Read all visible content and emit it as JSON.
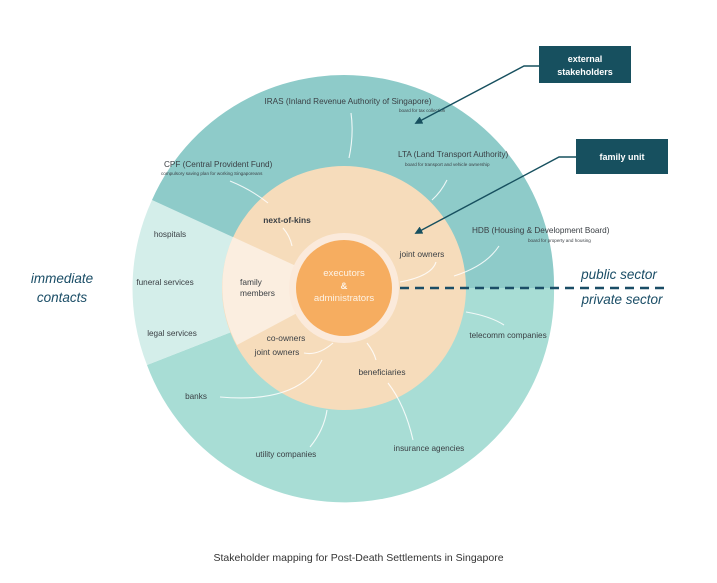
{
  "colors": {
    "public_sector": "#8ecbc9",
    "private_sector": "#a8ddd5",
    "immediate_contacts": "#d4eeea",
    "family_ring": "#f6dcbb",
    "family_members_wedge": "#fbeee0",
    "center_halo": "#fbeadb",
    "center": "#f6ad60",
    "callout_box": "#17505f",
    "divider": "#1a4d66",
    "connector_line": "#ffffff"
  },
  "center": {
    "lines": [
      "executors",
      "&",
      "administrators"
    ]
  },
  "family_ring": {
    "labels": {
      "next_of_kins": "next-of-kins",
      "family_members": [
        "family",
        "members"
      ],
      "joint_owners_top": "joint owners",
      "co_owners": "co-owners",
      "joint_owners_bottom": "joint owners",
      "beneficiaries": "beneficiaries"
    }
  },
  "public_sector": {
    "iras": {
      "name": "IRAS (Inland Revenue Authority of Singapore)",
      "desc": "board for tax collection"
    },
    "cpf": {
      "name": "CPF (Central Provident Fund)",
      "desc": "compulsory saving plan for working Singaporeans"
    },
    "lta": {
      "name": "LTA (Land Transport Authority)",
      "desc": "board for transport and vehicle ownership"
    },
    "hdb": {
      "name": "HDB (Housing & Development Board)",
      "desc": "board for property and housing"
    }
  },
  "immediate_contacts": {
    "items": [
      "hospitals",
      "funeral services",
      "legal services"
    ]
  },
  "private_sector": {
    "items": {
      "banks": "banks",
      "utility": "utility companies",
      "insurance": "insurance agencies",
      "telecomm": "telecomm companies"
    }
  },
  "legend": {
    "immediate_contacts": [
      "immediate",
      "contacts"
    ],
    "public_sector": "public sector",
    "private_sector": "private sector"
  },
  "callouts": {
    "external": [
      "external",
      "stakeholders"
    ],
    "family": "family unit"
  },
  "caption": "Stakeholder mapping for Post-Death Settlements in Singapore"
}
